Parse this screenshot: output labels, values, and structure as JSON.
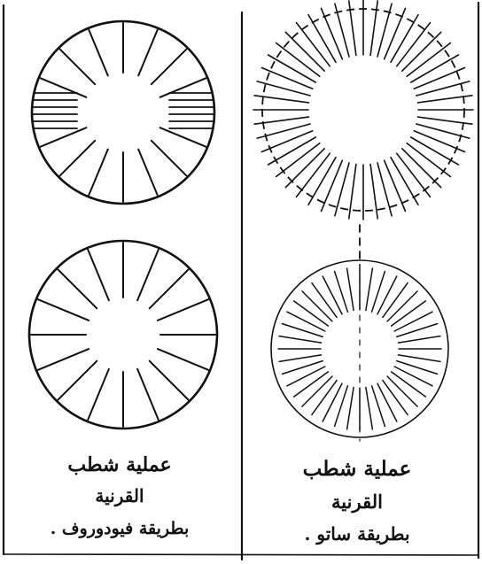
{
  "captions": {
    "left": {
      "line1": "عملية شطب",
      "line2": "القرنية",
      "line3": "بطريقة فيودوروف ."
    },
    "right": {
      "line1": "عملية شطب",
      "line2": "القرنية",
      "line3": "بطريقة ساتو ."
    }
  },
  "diagrams": [
    {
      "id": "fyodorov-top",
      "method": "Fyodorov",
      "incision_count": 16,
      "extra": "horizontal-parallel-cuts"
    },
    {
      "id": "fyodorov-bottom",
      "method": "Fyodorov",
      "incision_count": 16
    },
    {
      "id": "sato-top",
      "method": "Sato",
      "incision_count": 48
    },
    {
      "id": "sato-bottom",
      "method": "Sato",
      "incision_count": 40
    }
  ],
  "colors": {
    "ink": "#111111",
    "paper": "#ffffff"
  }
}
